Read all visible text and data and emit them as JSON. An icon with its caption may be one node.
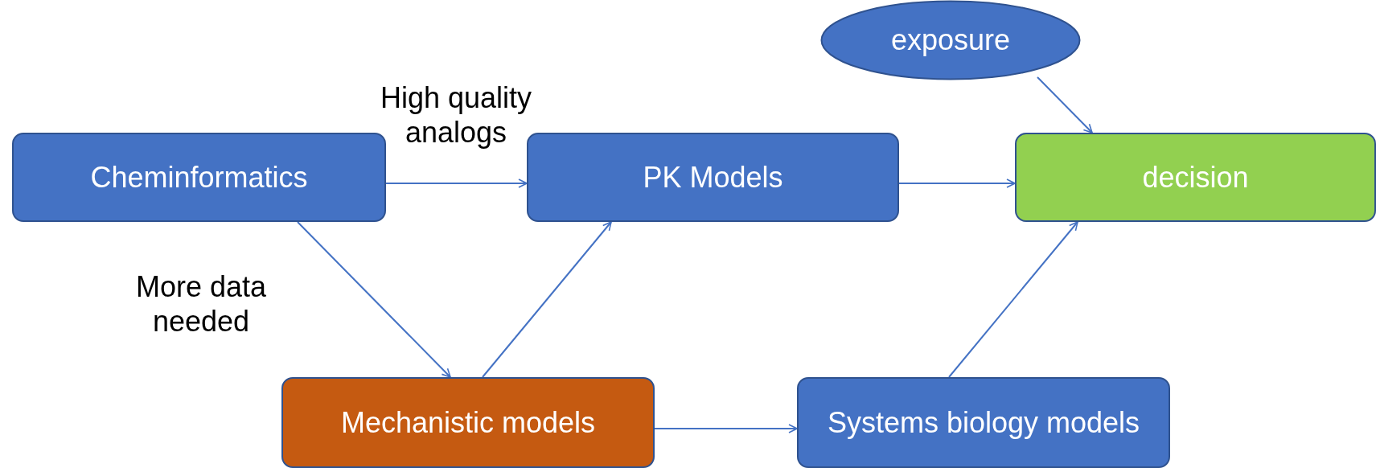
{
  "diagram": {
    "nodes": [
      {
        "text": [
          "Cheminformatics"
        ]
      },
      {
        "text": [
          "PK Models"
        ]
      },
      {
        "text": [
          "decision"
        ]
      },
      {
        "text": [
          "exposure"
        ]
      },
      {
        "text": [
          "Mechanistic models"
        ]
      },
      {
        "text": [
          "Systems biology models"
        ]
      }
    ],
    "edges": [
      {
        "from": 0,
        "to": 1,
        "arrow": "to",
        "label": "High quality analogs"
      },
      {
        "from": 1,
        "to": 2,
        "arrow": "to"
      },
      {
        "from": 3,
        "to": 2,
        "arrow": "to"
      },
      {
        "from": 0,
        "to": 4,
        "arrow": "to",
        "label": "More data needed"
      },
      {
        "from": 4,
        "to": 1,
        "arrow": "to"
      },
      {
        "from": 4,
        "to": 5,
        "arrow": "to"
      },
      {
        "from": 5,
        "to": 2,
        "arrow": "to"
      }
    ]
  }
}
